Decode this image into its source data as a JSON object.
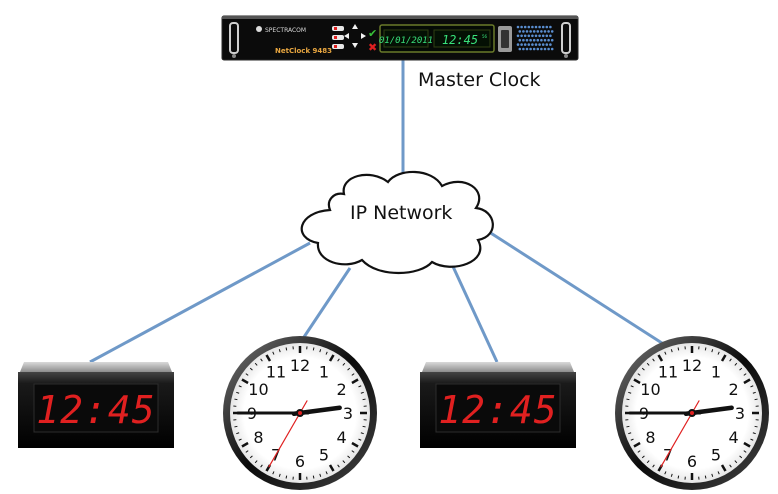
{
  "diagram": {
    "master_label": "Master Clock",
    "network_label": "IP Network",
    "device": {
      "brand": "SPECTRACOM",
      "model": "NetClock 9483",
      "date": "01/01/2011",
      "time": "12:45"
    },
    "digital_clock_time": "12:45",
    "analog_clock": {
      "numerals": [
        "12",
        "1",
        "2",
        "3",
        "4",
        "5",
        "6",
        "7",
        "8",
        "9",
        "10",
        "11"
      ],
      "hour": 2,
      "minute": 45,
      "second": 35
    },
    "colors": {
      "link": "#6f99c8",
      "led_red": "#e02020",
      "led_green": "#38e07a",
      "second_hand": "#e02020"
    }
  }
}
